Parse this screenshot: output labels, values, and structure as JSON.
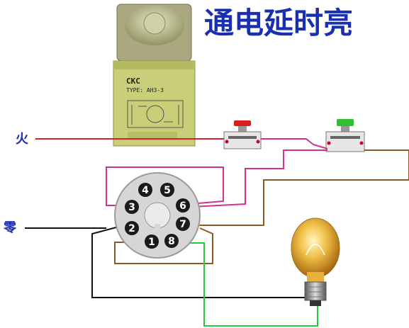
{
  "title": "通电延时亮",
  "labels": {
    "live": "火",
    "neutral": "零"
  },
  "relay": {
    "brand": "CKC",
    "type_line": "TYPE: AH3-3"
  },
  "socket": {
    "pins": [
      "1",
      "2",
      "3",
      "4",
      "5",
      "6",
      "7",
      "8"
    ]
  },
  "components": {
    "stop_button_color": "#d61f1f",
    "start_button_color": "#2fbf2f"
  },
  "wire_colors": {
    "live": "#d2232a",
    "neutral": "#111111",
    "brown": "#8b5a2b",
    "magenta": "#d0338f",
    "green": "#27c93f"
  }
}
